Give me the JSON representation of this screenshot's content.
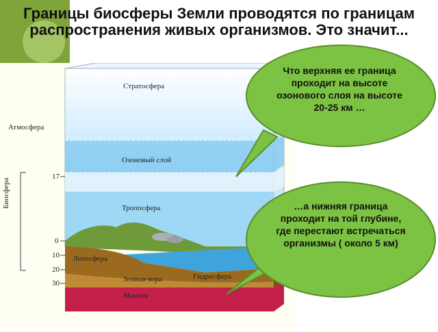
{
  "title": {
    "line1": "Границы биосферы Земли проводятся по границам",
    "line2": "распространения живых организмов. Это значит..."
  },
  "figure": {
    "layers": {
      "stratosphere": "Стратосфера",
      "atmosphere": "Атмосфера",
      "ozone": "Озоновый слой",
      "troposphere": "Тропосфера",
      "lithosphere": "Литосфера",
      "hydrosphere": "Гидросфера",
      "crust": "Земная кора",
      "mantle": "Мантия",
      "biosphere": "Биосфера"
    },
    "scale": [
      "17",
      "0",
      "10",
      "20",
      "30"
    ]
  },
  "bubbles": {
    "top": "Что верхняя ее граница проходит на высоте озонового слоя на высоте 20-25 км …",
    "bottom": "…а нижняя граница проходит на той глубине, где перестают встречаться организмы ( около 5 км)"
  },
  "colors": {
    "bubble_fill": "#7cc243",
    "bubble_stroke": "#5a8f2e",
    "corner": "#7fa53a"
  }
}
